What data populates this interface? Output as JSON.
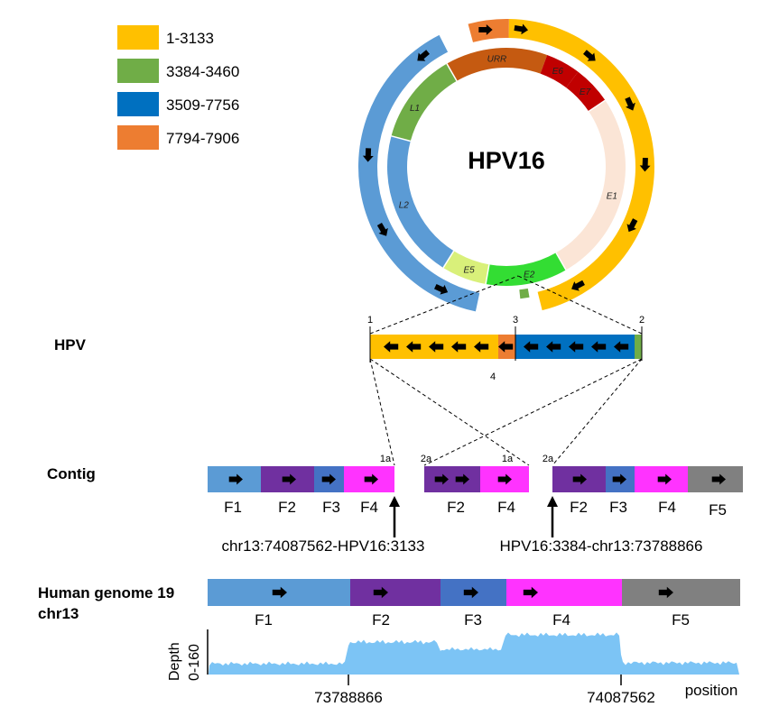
{
  "legend": [
    {
      "label": "1-3133",
      "color": "#FFC000"
    },
    {
      "label": "3384-3460",
      "color": "#70AD47"
    },
    {
      "label": "3509-7756",
      "color": "#0070C0"
    },
    {
      "label": "7794-7906",
      "color": "#ED7D31"
    }
  ],
  "circle": {
    "title": "HPV16",
    "genes": [
      "URR",
      "E6",
      "E7",
      "E1",
      "E2",
      "E5",
      "L2",
      "L1"
    ]
  },
  "hpv_row": {
    "label": "HPV",
    "markers": [
      "1",
      "3",
      "2",
      "4"
    ]
  },
  "contig_row": {
    "label": "Contig",
    "contig1": {
      "segments": [
        "F1",
        "F2",
        "F3",
        "F4"
      ],
      "junction": "1a"
    },
    "contig2": {
      "segments": [
        "F2",
        "F4"
      ],
      "junctions": [
        "2a",
        "1a"
      ]
    },
    "contig3": {
      "segments": [
        "F2",
        "F3",
        "F4",
        "F5"
      ],
      "junction": "2a"
    },
    "breakpoint1": "chr13:74087562-HPV16:3133",
    "breakpoint2": "HPV16:3384-chr13:73788866"
  },
  "genome_row": {
    "label_line1": "Human genome 19",
    "label_line2": "chr13",
    "segments": [
      "F1",
      "F2",
      "F3",
      "F4",
      "F5"
    ]
  },
  "depth": {
    "ylabel": "Depth",
    "yrange": "0-160",
    "tick1": "73788866",
    "tick2": "74087562",
    "xlabel": "position"
  },
  "colors": {
    "F1": "#5B9BD5",
    "F2": "#7030A0",
    "F3": "#4472C4",
    "F4": "#FF33FF",
    "F5": "#808080",
    "hpv_yellow": "#FFC000",
    "hpv_green": "#70AD47",
    "hpv_blue": "#0070C0",
    "hpv_orange": "#ED7D31",
    "ring_blue": "#5B9BD5",
    "depth_fill": "#7CC4F5"
  }
}
